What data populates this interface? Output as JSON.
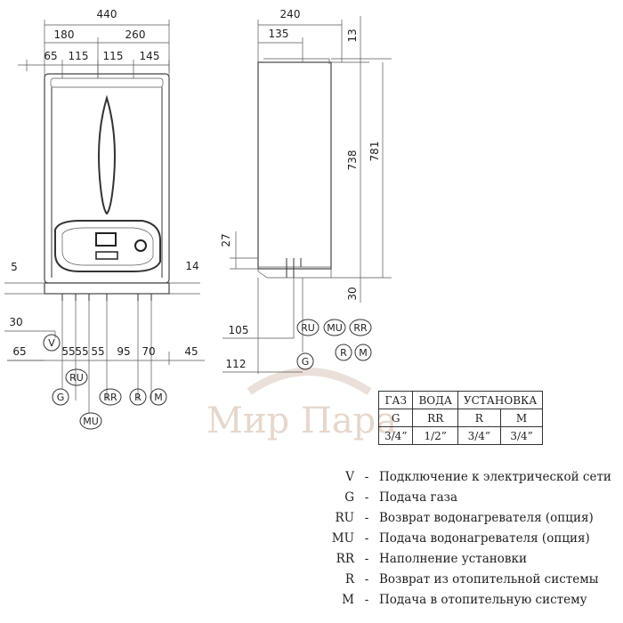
{
  "front_view": {
    "dims_top": [
      "440",
      "180",
      "260",
      "65",
      "115",
      "115",
      "145"
    ],
    "dims_left": [
      "5",
      "30",
      "65"
    ],
    "dim_right": "14",
    "dims_bottom": [
      "55",
      "55",
      "55",
      "95",
      "70",
      "45"
    ],
    "connectors": [
      "V",
      "G",
      "RU",
      "MU",
      "RR",
      "R",
      "M"
    ]
  },
  "side_view": {
    "dims_top": [
      "240",
      "135",
      "13"
    ],
    "dims_right": [
      "738",
      "781",
      "30"
    ],
    "dims_left": [
      "27",
      "105",
      "112"
    ],
    "connectors": [
      "RU",
      "MU",
      "RR",
      "R",
      "M",
      "G"
    ]
  },
  "table": {
    "headers": [
      "ГАЗ",
      "ВОДА",
      "УСТАНОВКА"
    ],
    "codes": [
      "G",
      "RR",
      "R",
      "M"
    ],
    "sizes": [
      "3/4”",
      "1/2”",
      "3/4”",
      "3/4”"
    ]
  },
  "legend": [
    {
      "code": "V",
      "text": "Подключение к электрической сети"
    },
    {
      "code": "G",
      "text": "Подача газа"
    },
    {
      "code": "RU",
      "text": "Возврат водонагревателя (опция)"
    },
    {
      "code": "MU",
      "text": "Подача водонагревателя (опция)"
    },
    {
      "code": "RR",
      "text": "Наполнение установки"
    },
    {
      "code": "R",
      "text": "Возврат из отопительной системы"
    },
    {
      "code": "M",
      "text": "Подача в отопительную систему"
    }
  ],
  "watermark": "Мир Пара",
  "colors": {
    "line": "#333333",
    "watermark": "#d2b7a6"
  }
}
